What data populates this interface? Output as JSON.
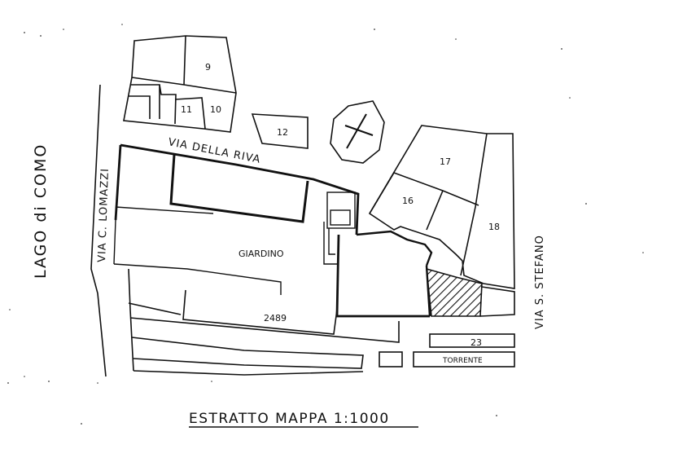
{
  "map": {
    "title": "ESTRATTO MAPPA 1:1000",
    "water_label": "LAGO di COMO",
    "streets": {
      "lomazzi": "VIA C. LOMAZZI",
      "riva": "VIA DELLA RIVA",
      "stefano": "VIA S. STEFANO"
    },
    "garden_label": "GIARDINO",
    "parcels": {
      "p9": "9",
      "p10": "10",
      "p11": "11",
      "p12": "12",
      "p16": "16",
      "p17": "17",
      "p18": "18",
      "p23": "23",
      "p2489": "2489"
    },
    "stream_label": "TORRENTE",
    "symbols": {
      "church": "cross-icon"
    },
    "colors": {
      "line": "#111111",
      "paper": "#ffffff"
    }
  }
}
